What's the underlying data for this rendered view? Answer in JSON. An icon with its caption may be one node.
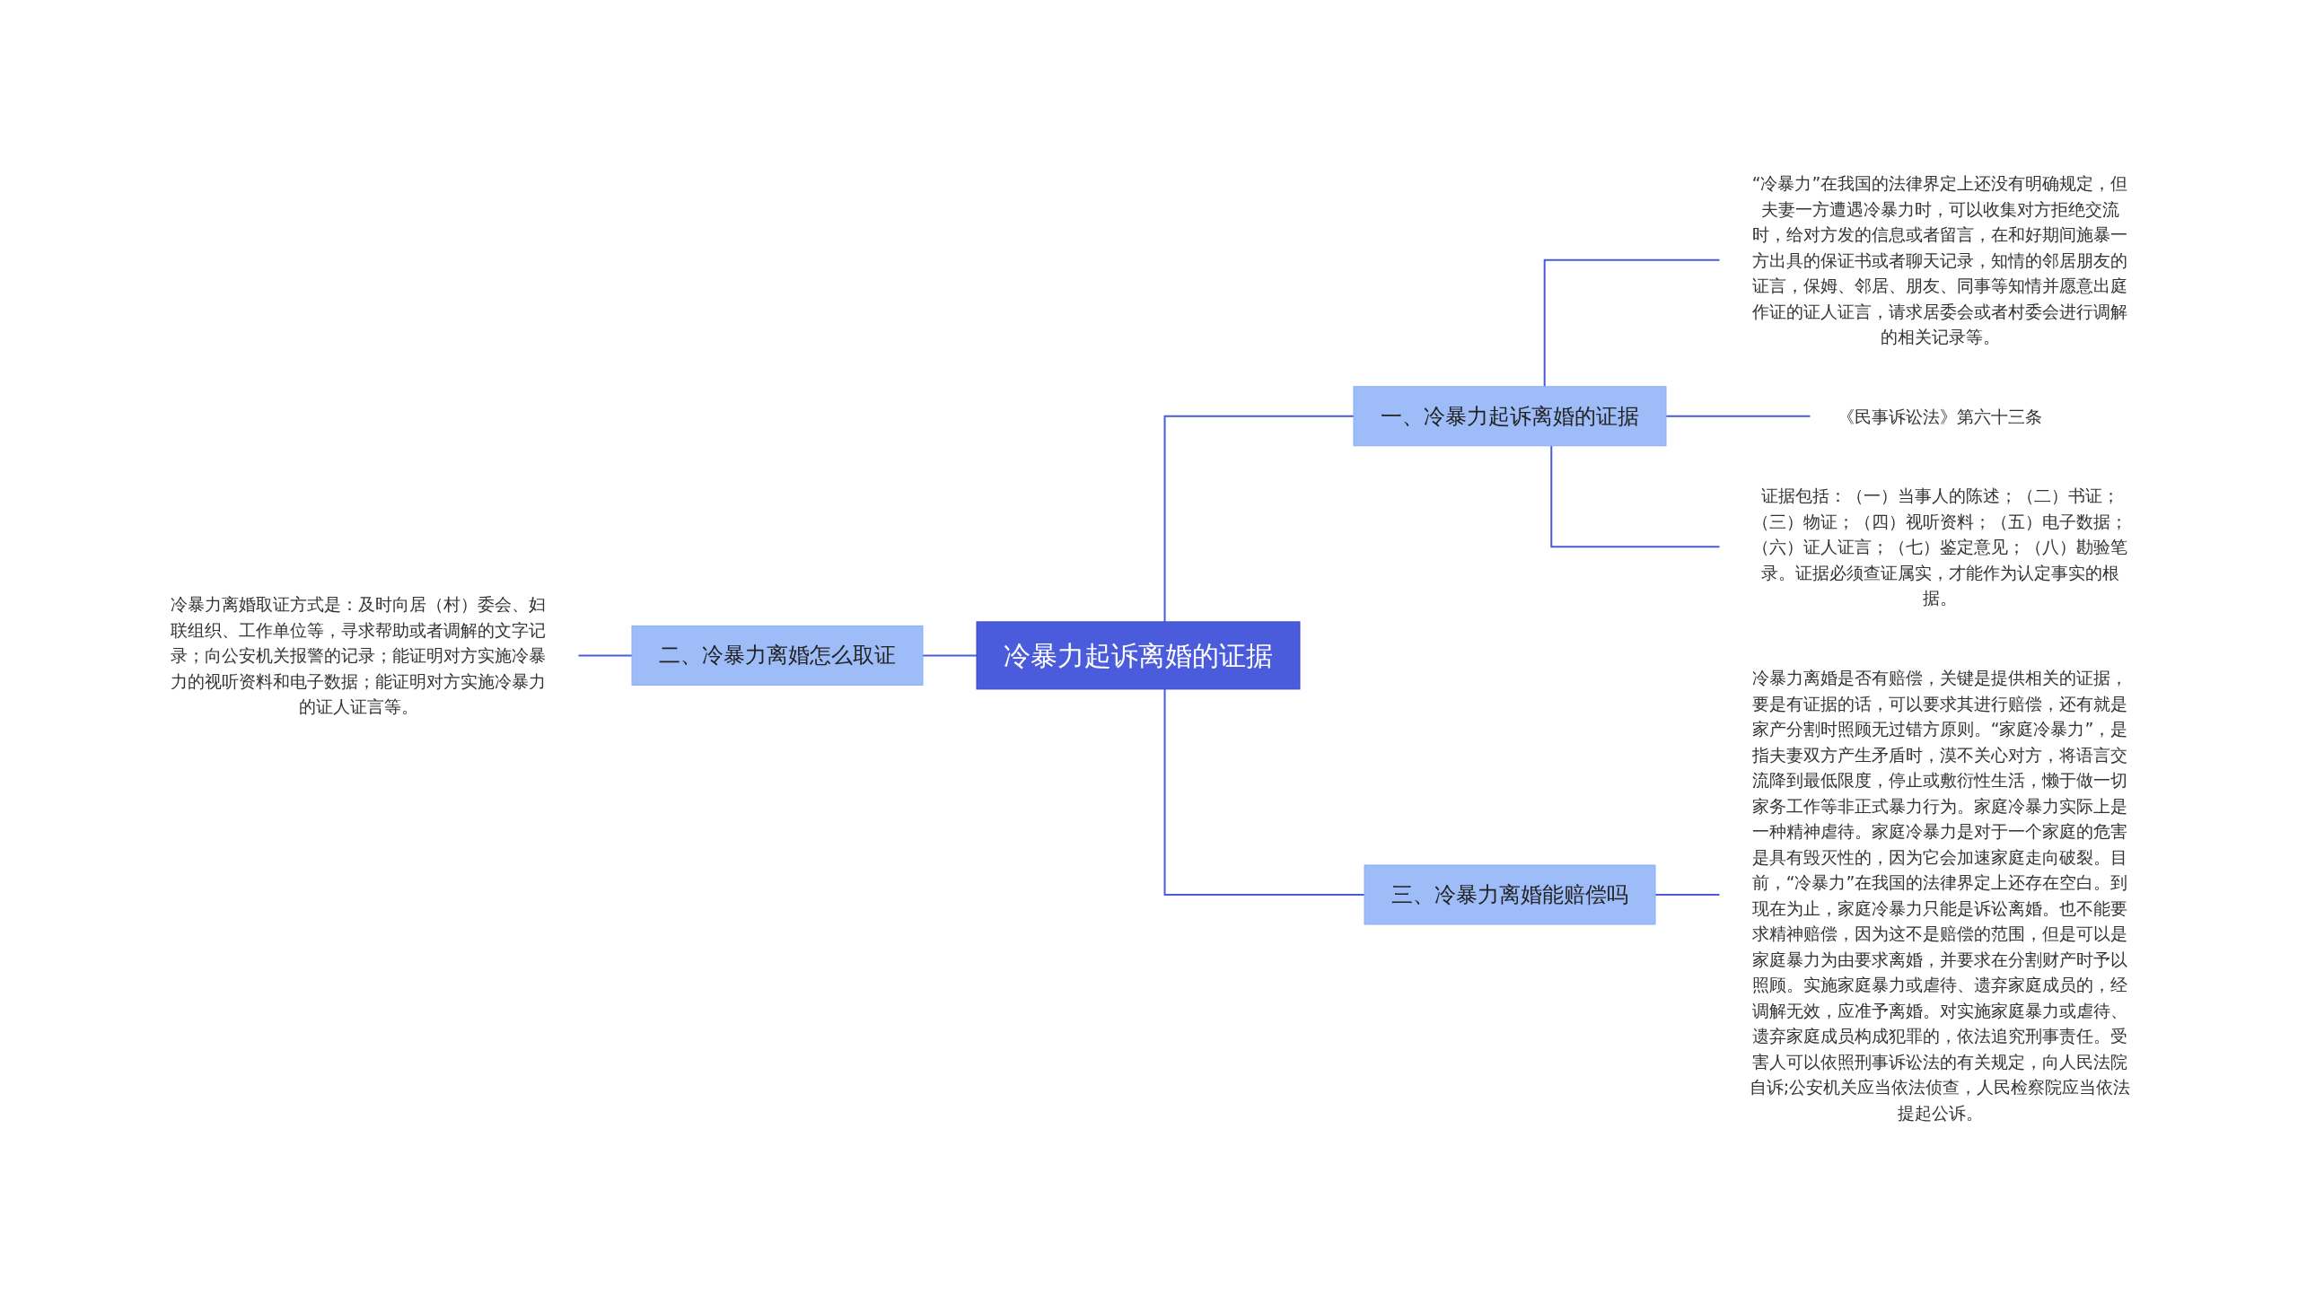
{
  "diagram": {
    "nodes": [
      {
        "text": [
          "冷暴力起诉离婚的证据"
        ]
      },
      {
        "text": [
          "一、冷暴力起诉离婚的证据"
        ]
      },
      {
        "text": [
          "“冷暴力”在我国的法律界定上还没有明确规定，但夫妻一方遭遇冷暴力时，可以收集对方拒绝交流时，给对方发的信息或者留言，在和好期间施暴一方出具的保证书或者聊天记录，知情的邻居朋友的证言，保姆、邻居、朋友、同事等知情并愿意出庭作证的证人证言，请求居委会或者村委会进行调解的相关记录等。"
        ]
      },
      {
        "text": [
          "《民事诉讼法》第六十三条"
        ]
      },
      {
        "text": [
          "证据包括：（一）当事人的陈述；（二）书证；（三）物证；（四）视听资料；（五）电子数据；（六）证人证言；（七）鉴定意见；（八）勘验笔录。证据必须查证属实，才能作为认定事实的根据。"
        ]
      },
      {
        "text": [
          "二、冷暴力离婚怎么取证"
        ]
      },
      {
        "text": [
          "冷暴力离婚取证方式是：及时向居（村）委会、妇联组织、工作单位等，寻求帮助或者调解的文字记录；向公安机关报警的记录；能证明对方实施冷暴力的视听资料和电子数据；能证明对方实施冷暴力的证人证言等。"
        ]
      },
      {
        "text": [
          "三、冷暴力离婚能赔偿吗"
        ]
      },
      {
        "text": [
          "冷暴力离婚是否有赔偿，关键是提供相关的证据，要是有证据的话，可以要求其进行赔偿，还有就是家产分割时照顾无过错方原则。“家庭冷暴力”，是指夫妻双方产生矛盾时，漠不关心对方，将语言交流降到最低限度，停止或敷衍性生活，懒于做一切家务工作等非正式暴力行为。家庭冷暴力实际上是一种精神虐待。家庭冷暴力是对于一个家庭的危害是具有毁灭性的，因为它会加速家庭走向破裂。目前，“冷暴力”在我国的法律界定上还存在空白。到现在为止，家庭冷暴力只能是诉讼离婚。也不能要求精神赔偿，因为这不是赔偿的范围，但是可以是家庭暴力为由要求离婚，并要求在分割财产时予以照顾。实施家庭暴力或虐待、遗弃家庭成员的，经调解无效，应准予离婚。对实施家庭暴力或虐待、遗弃家庭成员构成犯罪的，依法追究刑事责任。受害人可以依照刑事诉讼法的有关规定，向人民法院自诉;公安机关应当依法侦查，人民检察院应当依法提起公诉。"
        ]
      }
    ],
    "edges": [
      {
        "from": 0,
        "to": 1,
        "arrow": "none"
      },
      {
        "from": 1,
        "to": 2,
        "arrow": "none"
      },
      {
        "from": 1,
        "to": 3,
        "arrow": "none"
      },
      {
        "from": 1,
        "to": 4,
        "arrow": "none"
      },
      {
        "from": 0,
        "to": 5,
        "arrow": "none"
      },
      {
        "from": 5,
        "to": 6,
        "arrow": "none"
      },
      {
        "from": 0,
        "to": 7,
        "arrow": "none"
      },
      {
        "from": 7,
        "to": 8,
        "arrow": "none"
      }
    ]
  }
}
